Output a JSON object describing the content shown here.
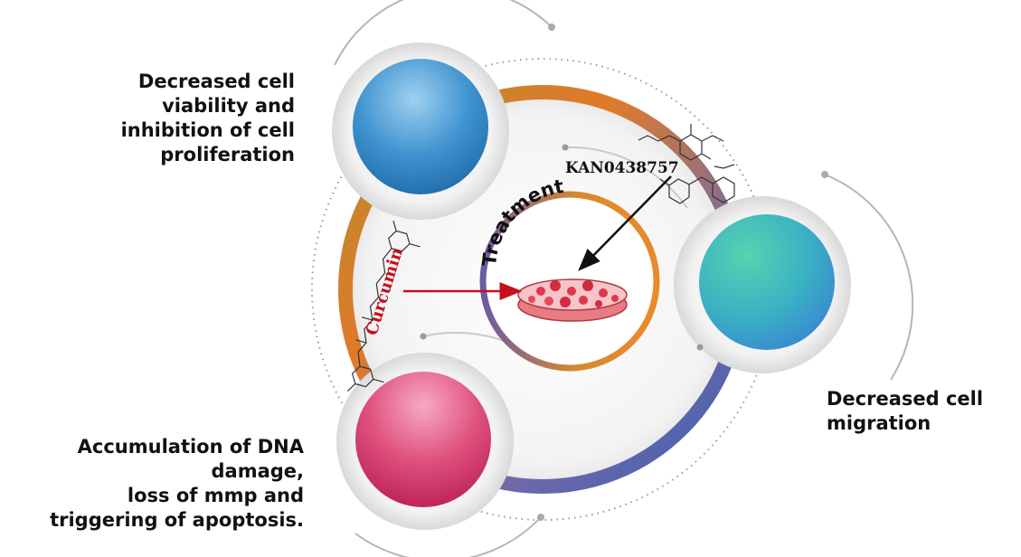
{
  "outcomes": {
    "top": [
      "Decreased cell",
      "viability and",
      "inhibition of cell",
      "proliferation"
    ],
    "bottom": [
      "Accumulation of DNA",
      "damage,",
      "loss of mmp and",
      "triggering of apoptosis."
    ],
    "right": [
      "Decreased cell",
      "migration"
    ]
  },
  "center": {
    "label": "Treatment"
  },
  "compounds": {
    "left": "Curcumin",
    "top_right": "KAN0438757"
  },
  "colors": {
    "blue": "#2b7fc0",
    "teal": "#3cb0c6",
    "pink": "#d83a72",
    "ring_orange": "#e98a2c",
    "ring_blue": "#4f6db6",
    "arrow_red": "#c4101c",
    "arrow_black": "#111111"
  }
}
